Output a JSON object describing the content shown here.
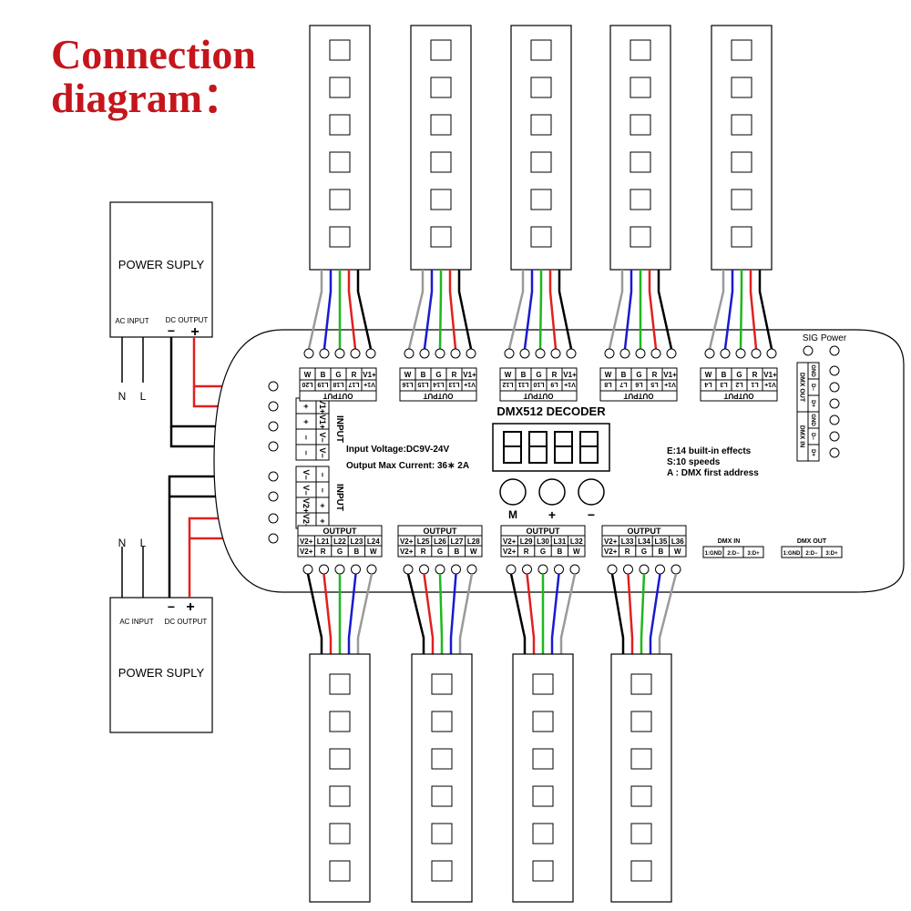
{
  "title": {
    "line1": "Connection",
    "line2": "diagram："
  },
  "colors": {
    "title": "#c4161c",
    "wire_red": "#e02020",
    "wire_green": "#1db81d",
    "wire_blue": "#1a1ad0",
    "wire_gray": "#9a9a9a",
    "wire_black": "#000000",
    "outline": "#000000"
  },
  "power_supply_top": {
    "label": "POWER SUPLY",
    "ac_input": "AC INPUT",
    "dc_output": "DC OUTPUT",
    "minus": "−",
    "plus": "+",
    "n": "N",
    "l": "L"
  },
  "power_supply_bottom": {
    "label": "POWER SUPLY",
    "ac_input": "AC INPUT",
    "dc_output": "DC OUTPUT",
    "minus": "−",
    "plus": "+",
    "n": "N",
    "l": "L"
  },
  "decoder": {
    "name": "DMX512 DECODER",
    "input_voltage": "Input Voltage:DC9V-24V",
    "output_max": "Output Max  Current: 36∗ 2A",
    "effects": "E:14 built-in effects",
    "speeds": "S:10 speeds",
    "address": "A : DMX first address",
    "sig_power": "SIG Power",
    "buttons": [
      "M",
      "+",
      "−"
    ],
    "input_label": "INPUT",
    "input1_pins": [
      "V1+",
      "V1+",
      "V−",
      "V−"
    ],
    "input1_marks": [
      "+",
      "+",
      "−",
      "−"
    ],
    "input2_pins": [
      "V−",
      "V−",
      "V2+",
      "V2+"
    ],
    "input2_marks": [
      "−",
      "−",
      "+",
      "+"
    ],
    "output_label": "OUTPUT",
    "top_outputs": [
      {
        "pins": [
          "W",
          "B",
          "G",
          "R",
          "V1+"
        ],
        "channels": [
          "L20",
          "L19",
          "L18",
          "L17",
          "V1+"
        ]
      },
      {
        "pins": [
          "W",
          "B",
          "G",
          "R",
          "V1+"
        ],
        "channels": [
          "L16",
          "L15",
          "L14",
          "L13",
          "V1+"
        ]
      },
      {
        "pins": [
          "W",
          "B",
          "G",
          "R",
          "V1+"
        ],
        "channels": [
          "L12",
          "L11",
          "L10",
          "L9",
          "V1+"
        ]
      },
      {
        "pins": [
          "W",
          "B",
          "G",
          "R",
          "V1+"
        ],
        "channels": [
          "L8",
          "L7",
          "L6",
          "L5",
          "V1+"
        ]
      },
      {
        "pins": [
          "W",
          "B",
          "G",
          "R",
          "V1+"
        ],
        "channels": [
          "L4",
          "L3",
          "L2",
          "L1",
          "V1+"
        ]
      }
    ],
    "bottom_outputs": [
      {
        "channels": [
          "V2+",
          "L21",
          "L22",
          "L23",
          "L24"
        ],
        "pins": [
          "V2+",
          "R",
          "G",
          "B",
          "W"
        ]
      },
      {
        "channels": [
          "V2+",
          "L25",
          "L26",
          "L27",
          "L28"
        ],
        "pins": [
          "V2+",
          "R",
          "G",
          "B",
          "W"
        ]
      },
      {
        "channels": [
          "V2+",
          "L29",
          "L30",
          "L31",
          "L32"
        ],
        "pins": [
          "V2+",
          "R",
          "G",
          "B",
          "W"
        ]
      },
      {
        "channels": [
          "V2+",
          "L33",
          "L34",
          "L35",
          "L36"
        ],
        "pins": [
          "V2+",
          "R",
          "G",
          "B",
          "W"
        ]
      }
    ],
    "dmx_side_out_label": "DMX OUT",
    "dmx_side_in_label": "DMX IN",
    "dmx_side_out_pins": [
      "GND",
      "D−",
      "D+"
    ],
    "dmx_side_in_pins": [
      "GND",
      "D−",
      "D+"
    ],
    "dmx_in_label": "DMX IN",
    "dmx_in_pins": [
      "1:GND",
      "2:D−",
      "3:D+"
    ],
    "dmx_out_label": "DMX OUT",
    "dmx_out_pins": [
      "1:GND",
      "2:D−",
      "3:D+"
    ]
  },
  "led_strips": {
    "top_count": 5,
    "bottom_count": 4,
    "leds_per_strip": 6,
    "top_wire_colors": [
      "#9a9a9a",
      "#1a1ad0",
      "#1db81d",
      "#e02020",
      "#000000"
    ],
    "bottom_wire_colors": [
      "#000000",
      "#e02020",
      "#1db81d",
      "#1a1ad0",
      "#9a9a9a"
    ]
  }
}
